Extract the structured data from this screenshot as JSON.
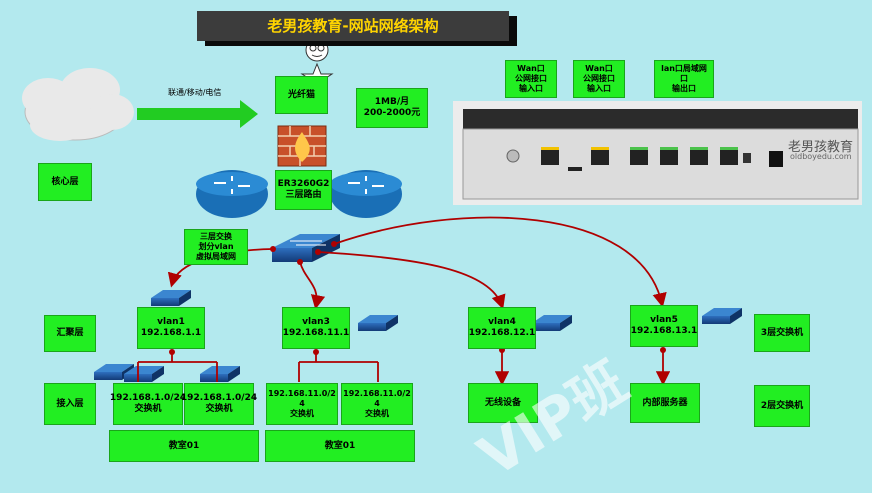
{
  "title": "老男孩教育-网站网络架构",
  "carrier_label": "联通/移动/电信",
  "fiber_cat": "光纤猫",
  "bandwidth": "1MB/月\n200-2000元",
  "core_layer": "核心层",
  "router": "ER3260G2\n三层路由",
  "l3switch_note": "三层交换\n划分vlan\n虚拟局域网",
  "agg_layer": "汇聚层",
  "access_layer": "接入层",
  "vlans": {
    "vlan1": "vlan1\n192.168.1.1",
    "vlan3": "vlan3\n192.168.11.1",
    "vlan4": "vlan4\n192.168.12.1",
    "vlan5": "vlan5\n192.168.13.1"
  },
  "access": {
    "a1": "192.168.1.0/24\n交换机",
    "a2": "192.168.1.0/24\n交换机",
    "a3": "192.168.11.0/2\n4\n交换机",
    "a4": "192.168.11.0/2\n4\n交换机"
  },
  "wireless": "无线设备",
  "internal_server": "内部服务器",
  "classroom1": "教室01",
  "classroom2": "教室01",
  "l3_switch_label": "3层交换机",
  "l2_switch_label": "2层交换机",
  "ports": {
    "wan1": "Wan口\n公网接口\n输入口",
    "wan2": "Wan口\n公网接口\n输入口",
    "lan": "lan口局域网\n口\n输出口"
  },
  "logo": {
    "name": "老男孩教育",
    "url": "oldboyedu.com"
  },
  "watermark": "VIP班",
  "colors": {
    "bg": "#b3e9ee",
    "box": "#22ee22",
    "wire": "#b00000",
    "arrow": "#22cc22"
  }
}
